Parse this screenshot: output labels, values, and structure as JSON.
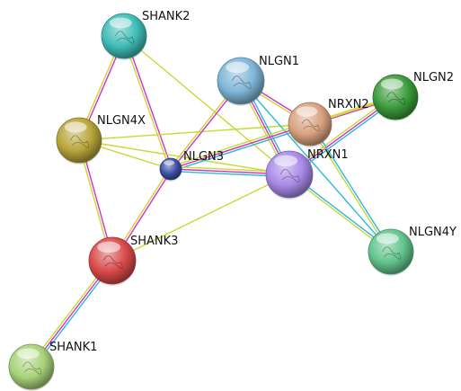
{
  "nodes": [
    {
      "id": "SHANK2",
      "label": "SHANK2",
      "color": "#3fbcb6"
    },
    {
      "id": "NLGN1",
      "label": "NLGN1",
      "color": "#7fb5d6"
    },
    {
      "id": "NLGN2",
      "label": "NLGN2",
      "color": "#3b9b3b"
    },
    {
      "id": "NRXN2",
      "label": "NRXN2",
      "color": "#d9a27f"
    },
    {
      "id": "NLGN4X",
      "label": "NLGN4X",
      "color": "#b7a53a"
    },
    {
      "id": "NLGN3",
      "label": "NLGN3",
      "color": "#3a4fa3"
    },
    {
      "id": "NRXN1",
      "label": "NRXN1",
      "color": "#a889e6"
    },
    {
      "id": "SHANK3",
      "label": "SHANK3",
      "color": "#d94a4a"
    },
    {
      "id": "NLGN4Y",
      "label": "NLGN4Y",
      "color": "#63c48e"
    },
    {
      "id": "SHANK1",
      "label": "SHANK1",
      "color": "#a9d27a"
    }
  ],
  "edges": [
    {
      "from": "SHANK2",
      "to": "NLGN4X",
      "colors": [
        "#d62fc4",
        "#c8d833"
      ]
    },
    {
      "from": "SHANK2",
      "to": "NLGN3",
      "colors": [
        "#d62fc4",
        "#c8d833"
      ]
    },
    {
      "from": "SHANK2",
      "to": "NRXN1",
      "colors": [
        "#c8d833"
      ]
    },
    {
      "from": "NLGN4X",
      "to": "SHANK3",
      "colors": [
        "#d62fc4",
        "#c8d833"
      ]
    },
    {
      "from": "NLGN4X",
      "to": "NLGN3",
      "colors": [
        "#c8d833"
      ]
    },
    {
      "from": "NLGN4X",
      "to": "NRXN1",
      "colors": [
        "#c8d833"
      ]
    },
    {
      "from": "NLGN4X",
      "to": "NRXN2",
      "colors": [
        "#c8d833"
      ]
    },
    {
      "from": "NLGN1",
      "to": "NLGN3",
      "colors": [
        "#d62fc4",
        "#c8d833"
      ]
    },
    {
      "from": "NLGN1",
      "to": "NRXN1",
      "colors": [
        "#2ab7e3",
        "#d62fc4",
        "#c8d833"
      ]
    },
    {
      "from": "NLGN1",
      "to": "NRXN2",
      "colors": [
        "#d62fc4",
        "#c8d833"
      ]
    },
    {
      "from": "NLGN1",
      "to": "NLGN4Y",
      "colors": [
        "#2ab7e3"
      ]
    },
    {
      "from": "NLGN2",
      "to": "NRXN1",
      "colors": [
        "#2ab7e3",
        "#d62fc4",
        "#c8d833"
      ]
    },
    {
      "from": "NLGN2",
      "to": "NRXN2",
      "colors": [
        "#d62fc4",
        "#c8d833"
      ]
    },
    {
      "from": "NLGN2",
      "to": "NLGN3",
      "colors": [
        "#c8d833"
      ]
    },
    {
      "from": "NRXN2",
      "to": "NLGN3",
      "colors": [
        "#2ab7e3",
        "#d62fc4",
        "#c8d833"
      ]
    },
    {
      "from": "NRXN2",
      "to": "NLGN4Y",
      "colors": [
        "#2ab7e3",
        "#c8d833"
      ]
    },
    {
      "from": "NRXN1",
      "to": "NLGN3",
      "colors": [
        "#2ab7e3",
        "#d62fc4",
        "#c8d833"
      ]
    },
    {
      "from": "NRXN1",
      "to": "NLGN4Y",
      "colors": [
        "#2ab7e3",
        "#c8d833"
      ]
    },
    {
      "from": "NRXN1",
      "to": "SHANK3",
      "colors": [
        "#c8d833"
      ]
    },
    {
      "from": "NLGN3",
      "to": "SHANK3",
      "colors": [
        "#d62fc4",
        "#c8d833"
      ]
    },
    {
      "from": "SHANK3",
      "to": "SHANK1",
      "colors": [
        "#2ab7e3",
        "#d62fc4",
        "#c8d833"
      ]
    }
  ]
}
